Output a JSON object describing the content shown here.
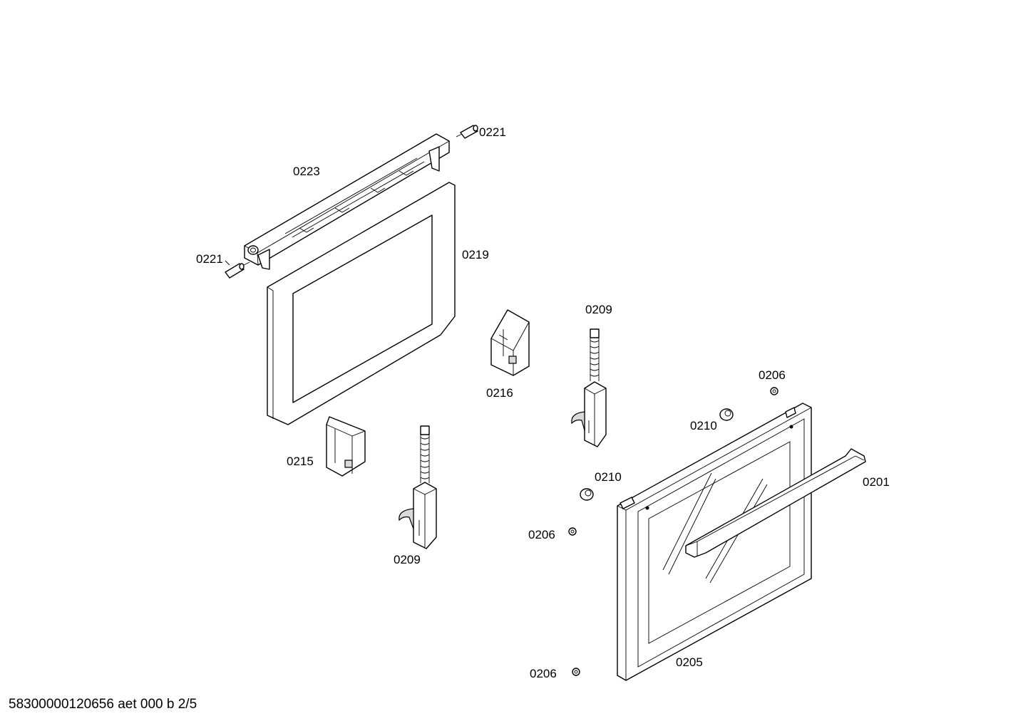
{
  "labels": {
    "l0221a": "0221",
    "l0223": "0223",
    "l0221b": "0221",
    "l0219": "0219",
    "l0216": "0216",
    "l0209a": "0209",
    "l0215": "0215",
    "l0209b": "0209",
    "l0206a": "0206",
    "l0210a": "0210",
    "l0210b": "0210",
    "l0206b": "0206",
    "l0201": "0201",
    "l0206c": "0206",
    "l0205": "0205"
  },
  "footer": {
    "text": "58300000120656 aet 000 b 2/5"
  }
}
